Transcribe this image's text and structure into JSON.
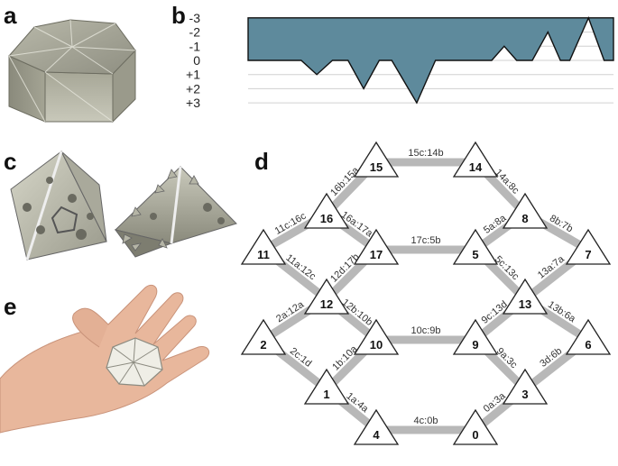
{
  "panels": {
    "a": {
      "letter": "a"
    },
    "b": {
      "letter": "b"
    },
    "c": {
      "letter": "c"
    },
    "d": {
      "letter": "d"
    },
    "e": {
      "letter": "e"
    }
  },
  "chart_b": {
    "type": "area",
    "ylim": [
      -3.5,
      3.5
    ],
    "y_ticks": [
      "-3",
      "-2",
      "-1",
      "0",
      "+1",
      "+2",
      "+3"
    ],
    "y_tick_values": [
      -3,
      -2,
      -1,
      0,
      1,
      2,
      3
    ],
    "fill_color": "#5e8a9c",
    "profile": [
      [
        0,
        0
      ],
      [
        0.17,
        0
      ],
      [
        0.22,
        1
      ],
      [
        0.27,
        0
      ],
      [
        0.32,
        0
      ],
      [
        0.37,
        2
      ],
      [
        0.42,
        0
      ],
      [
        0.46,
        0
      ],
      [
        0.54,
        3
      ],
      [
        0.6,
        0
      ],
      [
        0.78,
        0
      ],
      [
        0.82,
        -1
      ],
      [
        0.86,
        0
      ],
      [
        0.91,
        0
      ],
      [
        0.96,
        -2
      ],
      [
        1.0,
        0
      ],
      [
        1.03,
        0
      ],
      [
        1.09,
        -3
      ],
      [
        1.14,
        0
      ],
      [
        1.17,
        0
      ],
      [
        1.17,
        0
      ]
    ]
  },
  "graph_d": {
    "nodes": [
      "0",
      "1",
      "2",
      "3",
      "4",
      "5",
      "6",
      "7",
      "8",
      "9",
      "10",
      "11",
      "12",
      "13",
      "14",
      "15",
      "16",
      "17"
    ],
    "edges": [
      {
        "from": "4",
        "to": "0",
        "label": "4c:0b"
      },
      {
        "from": "1",
        "to": "4",
        "label": "1a:4a"
      },
      {
        "from": "0",
        "to": "3",
        "label": "0a:3a"
      },
      {
        "from": "2",
        "to": "1",
        "label": "2c:1d"
      },
      {
        "from": "1",
        "to": "10",
        "label": "1b:10a"
      },
      {
        "from": "9",
        "to": "3",
        "label": "9a:3c"
      },
      {
        "from": "3",
        "to": "6",
        "label": "3d:6b"
      },
      {
        "from": "10",
        "to": "9",
        "label": "10c:9b"
      },
      {
        "from": "2",
        "to": "12",
        "label": "2a:12a"
      },
      {
        "from": "12",
        "to": "10",
        "label": "12b:10b"
      },
      {
        "from": "9",
        "to": "13",
        "label": "9c:13d"
      },
      {
        "from": "13",
        "to": "6",
        "label": "13b:6a"
      },
      {
        "from": "11",
        "to": "12",
        "label": "11a:12c"
      },
      {
        "from": "12",
        "to": "17",
        "label": "12d:17b"
      },
      {
        "from": "5",
        "to": "13",
        "label": "5c:13c"
      },
      {
        "from": "13",
        "to": "7",
        "label": "13a:7a"
      },
      {
        "from": "17",
        "to": "5",
        "label": "17c:5b"
      },
      {
        "from": "11",
        "to": "16",
        "label": "11c:16c"
      },
      {
        "from": "16",
        "to": "17",
        "label": "16a:17a"
      },
      {
        "from": "5",
        "to": "8",
        "label": "5a:8a"
      },
      {
        "from": "8",
        "to": "7",
        "label": "8b:7b"
      },
      {
        "from": "16",
        "to": "15",
        "label": "16b:15a"
      },
      {
        "from": "15",
        "to": "14",
        "label": "15c:14b"
      },
      {
        "from": "14",
        "to": "8",
        "label": "14a:8c"
      }
    ]
  }
}
